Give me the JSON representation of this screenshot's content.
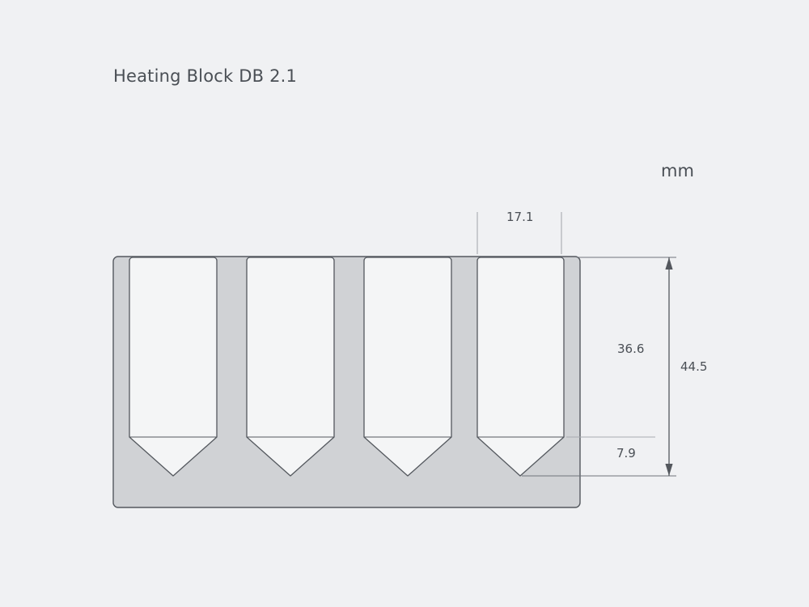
{
  "title": "Heating Block DB 2.1",
  "units": "mm",
  "colors": {
    "background": "#f0f1f3",
    "body_fill": "#d0d2d5",
    "slot_fill": "#f4f5f6",
    "outline": "#54585e",
    "text": "#4a4f55",
    "dimension_line": "#6f747b"
  },
  "dimensions": {
    "slot_width": "17.1",
    "slot_straight_depth": "36.6",
    "total_height": "44.5",
    "tip_height": "7.9"
  },
  "part": {
    "name": "Heating Block DB 2.1",
    "slot_count": 4,
    "slot_shape": "flat-bottom-with-v-taper"
  },
  "chart_data": {
    "type": "table",
    "title": "Heating Block DB 2.1",
    "xlabel": "",
    "ylabel": "",
    "categories": [
      "slot_width",
      "slot_straight_depth",
      "total_height",
      "tip_height"
    ],
    "values": [
      17.1,
      36.6,
      44.5,
      7.9
    ],
    "units": "mm",
    "annotations": [
      {
        "label": "17.1",
        "meaning": "slot opening width",
        "orientation": "horizontal"
      },
      {
        "label": "36.6",
        "meaning": "straight slot wall depth",
        "orientation": "vertical"
      },
      {
        "label": "44.5",
        "meaning": "overall block height",
        "orientation": "vertical"
      },
      {
        "label": "7.9",
        "meaning": "V taper height below slot shoulder",
        "orientation": "vertical"
      }
    ]
  }
}
